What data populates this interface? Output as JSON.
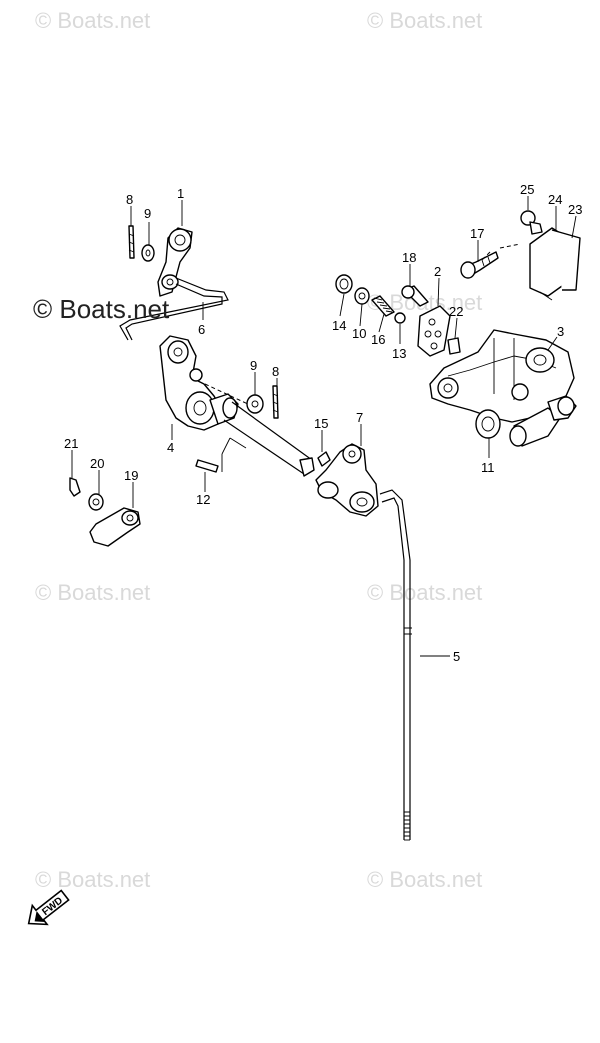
{
  "watermarks": [
    {
      "id": "wm-1",
      "text": "© Boats.net"
    },
    {
      "id": "wm-2",
      "text": "© Boats.net"
    },
    {
      "id": "wm-3",
      "text": "© Boats.net"
    },
    {
      "id": "wm-4",
      "text": "© Boats.net"
    },
    {
      "id": "wm-5",
      "text": "© Boats.net"
    },
    {
      "id": "wm-6",
      "text": "© Boats.net"
    },
    {
      "id": "wm-7",
      "text": "© Boats.net"
    }
  ],
  "watermark_main": "© Boats.net",
  "callouts": {
    "c1": "1",
    "c2": "2",
    "c3": "3",
    "c4": "4",
    "c5": "5",
    "c6": "6",
    "c7": "7",
    "c8a": "8",
    "c8b": "8",
    "c9a": "9",
    "c9b": "9",
    "c10": "10",
    "c11": "11",
    "c12": "12",
    "c13": "13",
    "c14": "14",
    "c15": "15",
    "c16": "16",
    "c17": "17",
    "c18": "18",
    "c19": "19",
    "c20": "20",
    "c21": "21",
    "c22": "22",
    "c23": "23",
    "c24": "24",
    "c25": "25"
  },
  "fwd_label": "FWD"
}
